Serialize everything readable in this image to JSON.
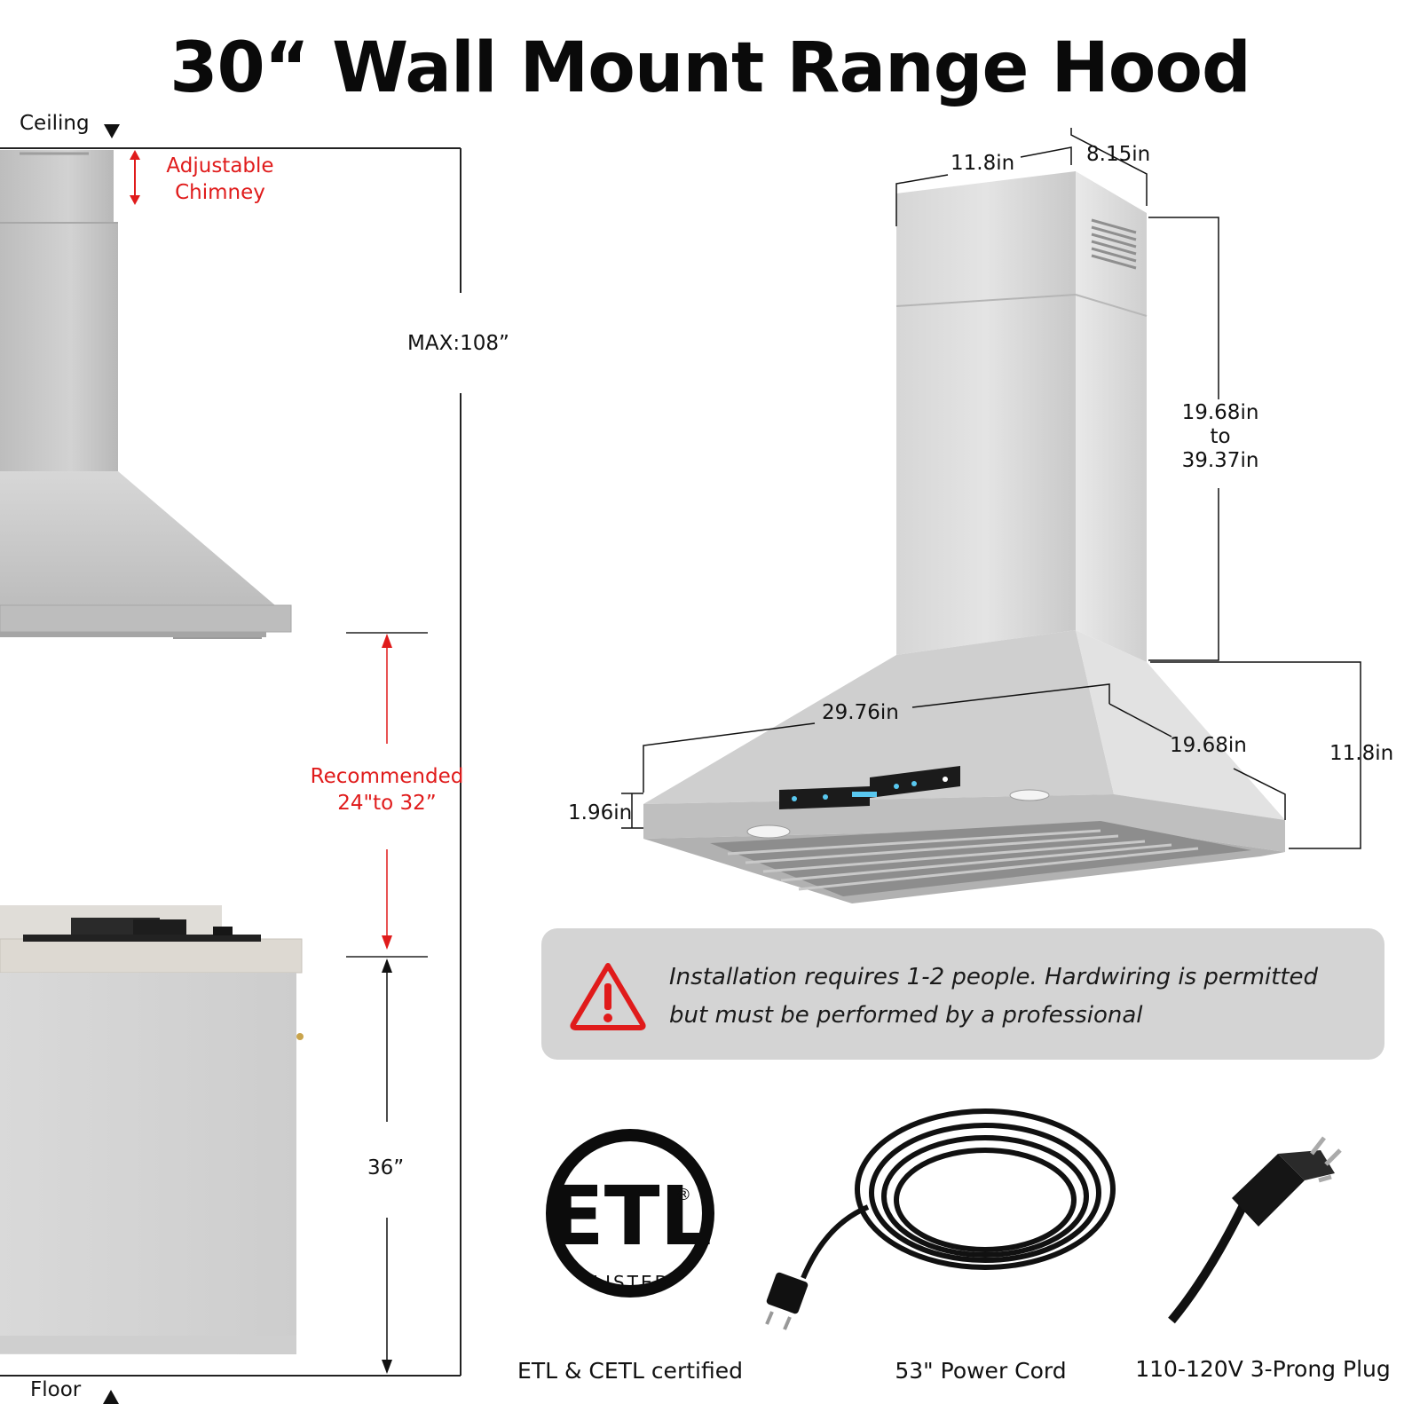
{
  "title": "30“ Wall Mount Range Hood",
  "side_view": {
    "ceiling_label": "Ceiling",
    "floor_label": "Floor",
    "adjustable_chimney": [
      "Adjustable",
      "Chimney"
    ],
    "max_height": "MAX:108”",
    "recommended": [
      "Recommended",
      "24\"to 32”"
    ],
    "counter_height": "36”"
  },
  "dimensions": {
    "chimney_width": "11.8in",
    "chimney_depth": "8.15in",
    "chimney_height": [
      "19.68in",
      "to",
      "39.37in"
    ],
    "hood_width": "29.76in",
    "hood_depth": "19.68in",
    "canopy_height": "11.8in",
    "front_edge": "1.96in"
  },
  "notice": {
    "text_line1": "Installation requires 1-2 people. Hardwiring is permitted",
    "text_line2": "but must be performed by a professional"
  },
  "features": [
    {
      "caption": "ETL & CETL certified",
      "icon": "etl-listed-logo"
    },
    {
      "caption": "53\" Power Cord",
      "icon": "power-cord-icon"
    },
    {
      "caption": "110-120V 3-Prong Plug",
      "icon": "plug-icon"
    }
  ],
  "etl_logo": {
    "main": "ETL",
    "sub": "LISTED",
    "mark": "®"
  },
  "colors": {
    "accent_red": "#e01b1b",
    "steel": "#c6c6c6",
    "panel": "#d4d4d4"
  }
}
